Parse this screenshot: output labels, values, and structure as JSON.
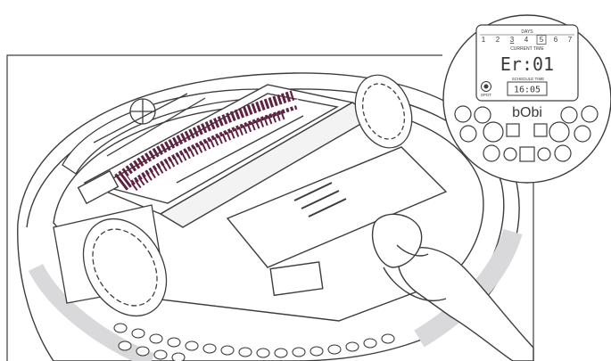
{
  "display": {
    "days_label": "DAYS",
    "days": [
      "1",
      "2",
      "3",
      "4",
      "5",
      "6",
      "7"
    ],
    "current_time_label": "CURRENT TIME",
    "main_readout": "Er:01",
    "schedule_label": "SCHEDULE TIME",
    "schedule_readout": "16:05",
    "left_button_label": "SPOT"
  },
  "brand": {
    "logo_text": "bObi"
  },
  "colors": {
    "line": "#3d3d3d",
    "shadow": "#d9d9db",
    "brush": "#5e2242",
    "background": "#ffffff"
  }
}
